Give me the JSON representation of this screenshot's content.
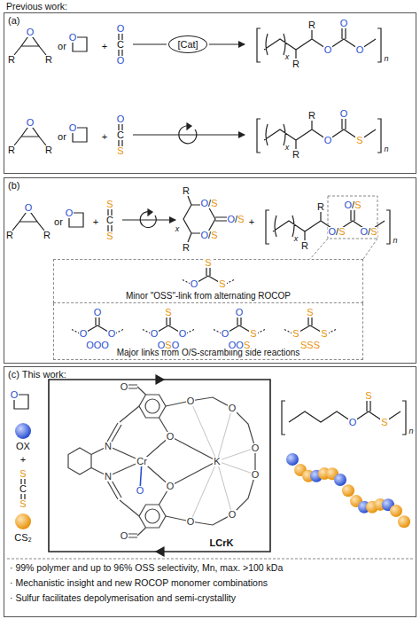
{
  "diagram": {
    "nodes": [
      {
        "text": [
          "(a)"
        ]
      },
      {
        "text": [
          "[Cat]"
        ],
        "in": 0
      },
      {
        "text": [
          "(b)"
        ]
      },
      {
        "text": [
          "Minor \"OSS\"-link from alternating ROCOP"
        ],
        "in": 2
      },
      {
        "text": [
          "Major links from O/S-scrambling side reactions"
        ],
        "in": 2
      },
      {
        "text": [
          "(c) This work:"
        ]
      }
    ],
    "labels": [
      "Previous work:",
      "O",
      "R",
      "R",
      "or",
      "O",
      "+",
      "O",
      "C",
      "O",
      "x",
      "R",
      "R",
      "O",
      "O",
      "O",
      "n",
      "O",
      "R",
      "R",
      "or",
      "O",
      "+",
      "O",
      "C",
      "S",
      "x",
      "R",
      "R",
      "O",
      "O",
      "S",
      "n",
      "O",
      "R",
      "R",
      "or",
      "O",
      "+",
      "S",
      "C",
      "S",
      "R",
      "O/S",
      "O/S",
      "O/S",
      "x",
      "R",
      "+",
      "x",
      "R",
      "R",
      "O/S",
      "O/S",
      "O/S",
      "n",
      "S",
      "O",
      "S",
      "O",
      "O",
      "O",
      "S",
      "O",
      "O",
      "O",
      "O",
      "S",
      "S",
      "S",
      "S",
      "OOO",
      "OSO",
      "OOS",
      "SSS",
      "O",
      "OX",
      "+",
      "S",
      "C",
      "S",
      "CS₂",
      "O",
      "N",
      "N",
      "Cr",
      "O",
      "O",
      "O",
      "K",
      "O",
      "O",
      "O",
      "O",
      "O",
      "O",
      "O",
      "LCrK",
      "O",
      "S",
      "S",
      "n",
      "· 99% polymer and up to 96% OSS selectivity, Mn, max. >100 kDa",
      "· Mechanistic insight and new ROCOP monomer combinations",
      "· Sulfur facilitates depolymerisation and semi-crystallity"
    ]
  }
}
